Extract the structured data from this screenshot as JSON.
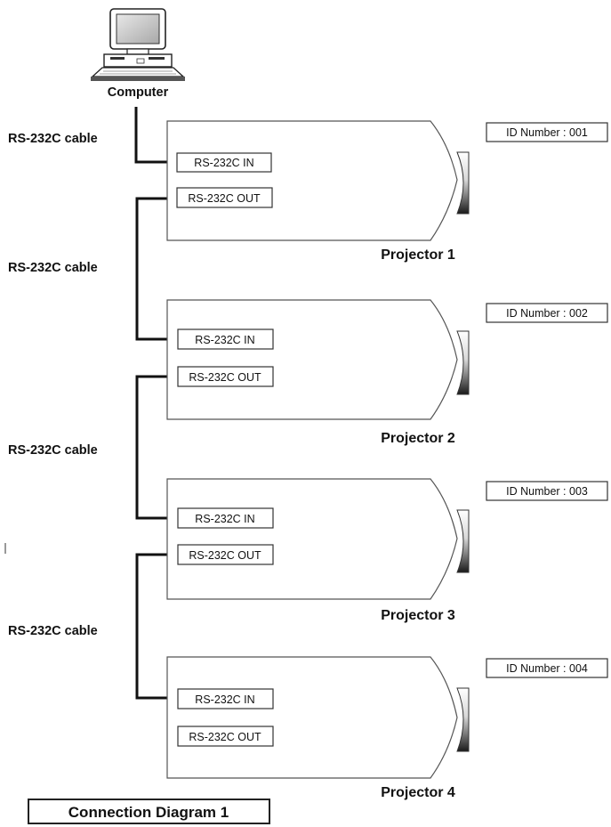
{
  "computer": {
    "label": "Computer"
  },
  "cable_labels": [
    "RS-232C cable",
    "RS-232C cable",
    "RS-232C cable",
    "RS-232C cable"
  ],
  "projectors": [
    {
      "name": "Projector 1",
      "id_label": "ID Number : 001",
      "port_in": "RS-232C IN",
      "port_out": "RS-232C OUT"
    },
    {
      "name": "Projector 2",
      "id_label": "ID Number : 002",
      "port_in": "RS-232C IN",
      "port_out": "RS-232C OUT"
    },
    {
      "name": "Projector 3",
      "id_label": "ID Number : 003",
      "port_in": "RS-232C IN",
      "port_out": "RS-232C OUT"
    },
    {
      "name": "Projector 4",
      "id_label": "ID Number : 004",
      "port_in": "RS-232C IN",
      "port_out": "RS-232C OUT"
    }
  ],
  "caption": "Connection Diagram 1"
}
